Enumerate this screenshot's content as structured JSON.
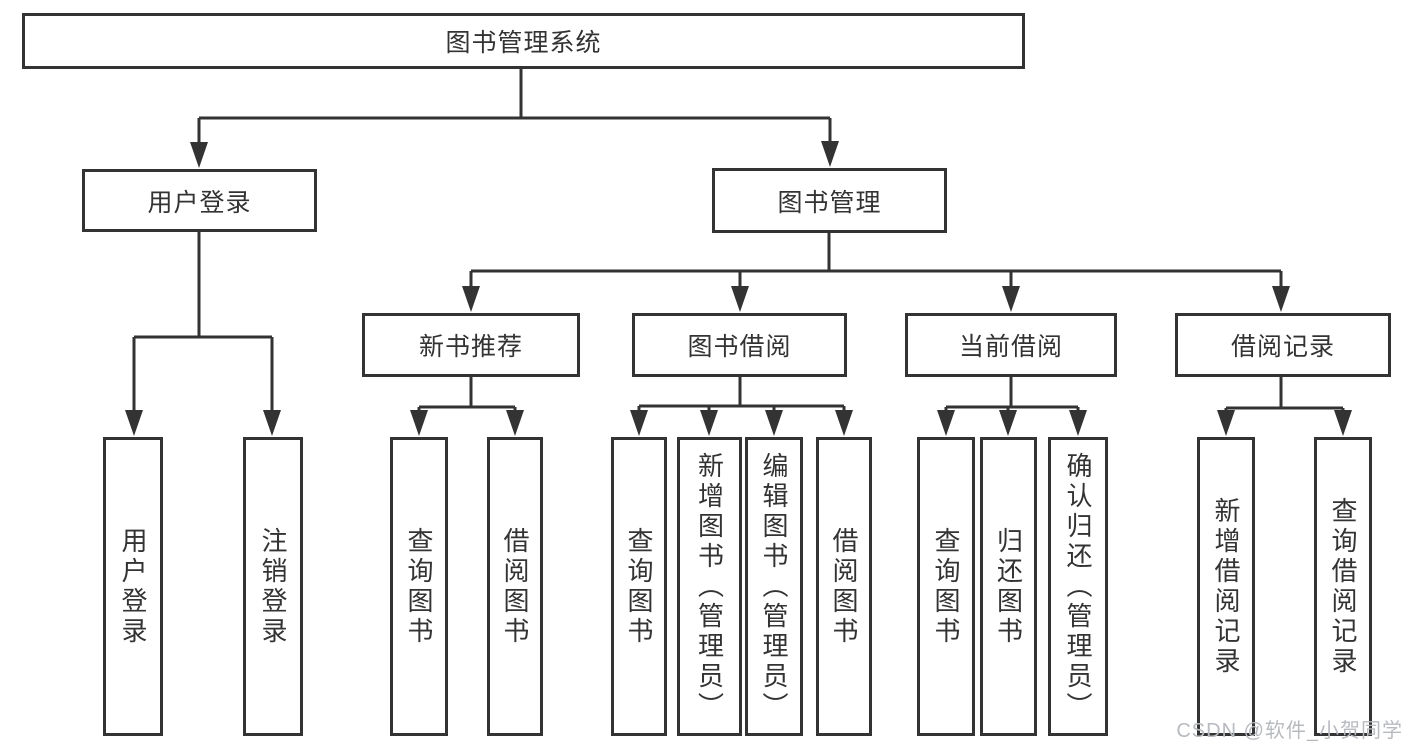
{
  "diagram": {
    "root": {
      "label": "图书管理系统"
    },
    "branches": [
      {
        "label": "用户登录"
      },
      {
        "label": "图书管理"
      }
    ],
    "modules": [
      {
        "label": "新书推荐"
      },
      {
        "label": "图书借阅"
      },
      {
        "label": "当前借阅"
      },
      {
        "label": "借阅记录"
      }
    ],
    "leaves": [
      {
        "label": "用户登录"
      },
      {
        "label": "注销登录"
      },
      {
        "label": "查询图书"
      },
      {
        "label": "借阅图书"
      },
      {
        "label": "查询图书"
      },
      {
        "label": "新增图书（管理员）"
      },
      {
        "label": "编辑图书（管理员）"
      },
      {
        "label": "借阅图书"
      },
      {
        "label": "查询图书"
      },
      {
        "label": "归还图书"
      },
      {
        "label": "确认归还（管理员）"
      },
      {
        "label": "新增借阅记录"
      },
      {
        "label": "查询借阅记录"
      }
    ]
  },
  "watermark": {
    "text": "CSDN @软件_小贺同学"
  },
  "colors": {
    "line": "#333333",
    "text": "#333333",
    "box_background": "#ffffff",
    "watermark_text": "#b7babf",
    "page_background": "#ffffff"
  }
}
